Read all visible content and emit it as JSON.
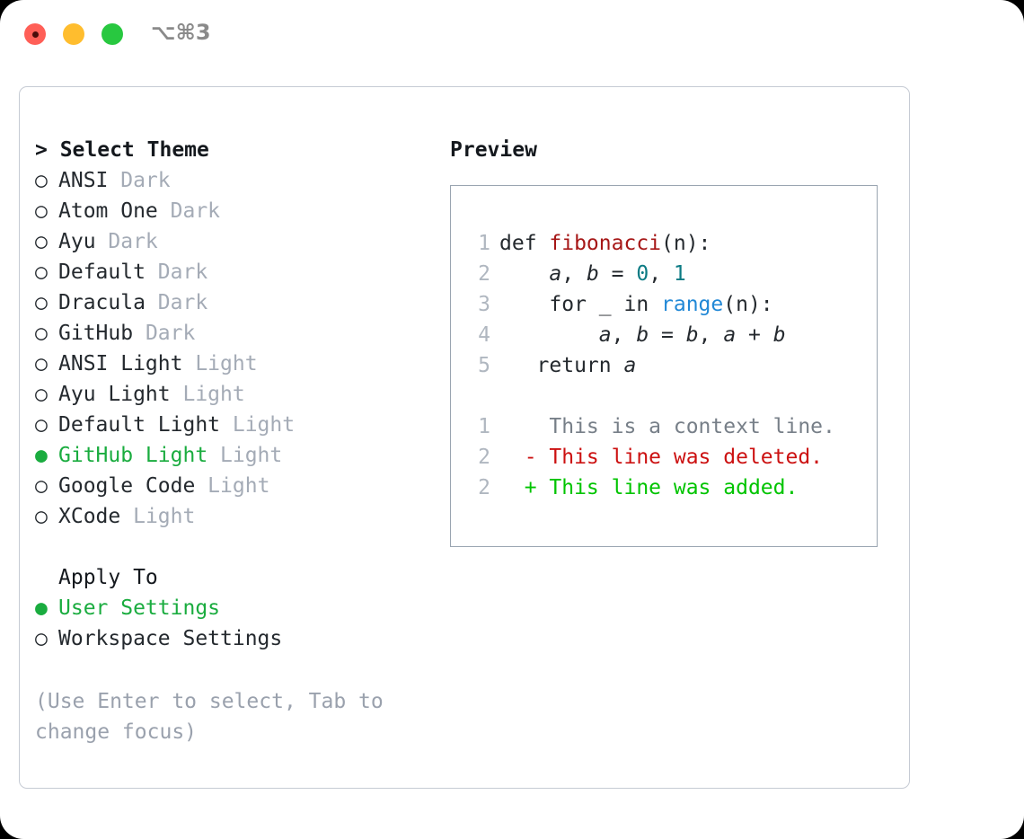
{
  "titlebar": {
    "shortcut": "⌥⌘3",
    "buttons": [
      {
        "name": "close",
        "color": "#ff5f57"
      },
      {
        "name": "minimize",
        "color": "#ffbd2e"
      },
      {
        "name": "maximize",
        "color": "#28c840"
      }
    ]
  },
  "colors": {
    "accent_green": "#1aac3f",
    "muted": "#a4abb6",
    "hint": "#9aa1ad",
    "text": "#24292e",
    "border": "#c6cbd4",
    "preview_border": "#9aa5b1",
    "line_number": "#b0b7c0",
    "diff_add": "#00c400",
    "diff_del": "#cc1111",
    "diff_ctx": "#777f88",
    "syntax_function": "#a61717",
    "syntax_number": "#0c7b84",
    "syntax_builtin": "#2188d6"
  },
  "theme_list": {
    "heading": "> Select Theme",
    "marker_selected": "●",
    "marker_unselected": "○",
    "items": [
      {
        "name": "ANSI",
        "variant": "Dark",
        "selected": false
      },
      {
        "name": "Atom One",
        "variant": "Dark",
        "selected": false
      },
      {
        "name": "Ayu",
        "variant": "Dark",
        "selected": false
      },
      {
        "name": "Default",
        "variant": "Dark",
        "selected": false
      },
      {
        "name": "Dracula",
        "variant": "Dark",
        "selected": false
      },
      {
        "name": "GitHub",
        "variant": "Dark",
        "selected": false
      },
      {
        "name": "ANSI Light",
        "variant": "Light",
        "selected": false
      },
      {
        "name": "Ayu Light",
        "variant": "Light",
        "selected": false
      },
      {
        "name": "Default Light",
        "variant": "Light",
        "selected": false
      },
      {
        "name": "GitHub Light",
        "variant": "Light",
        "selected": true
      },
      {
        "name": "Google Code",
        "variant": "Light",
        "selected": false
      },
      {
        "name": "XCode",
        "variant": "Light",
        "selected": false
      }
    ]
  },
  "apply_to": {
    "heading": "Apply To",
    "options": [
      {
        "label": "User Settings",
        "selected": true
      },
      {
        "label": "Workspace Settings",
        "selected": false
      }
    ]
  },
  "hint": "(Use Enter to select, Tab to change focus)",
  "preview": {
    "title": "Preview",
    "code_lines": [
      {
        "number": "1",
        "tokens": [
          {
            "t": "def ",
            "c": "kw"
          },
          {
            "t": "fibonacci",
            "c": "fn"
          },
          {
            "t": "(n):",
            "c": "pl"
          }
        ]
      },
      {
        "number": "2",
        "tokens": [
          {
            "t": "    ",
            "c": "pl"
          },
          {
            "t": "a",
            "c": "var"
          },
          {
            "t": ", ",
            "c": "pl"
          },
          {
            "t": "b",
            "c": "var"
          },
          {
            "t": " = ",
            "c": "pl"
          },
          {
            "t": "0",
            "c": "num"
          },
          {
            "t": ", ",
            "c": "pl"
          },
          {
            "t": "1",
            "c": "num"
          }
        ]
      },
      {
        "number": "3",
        "tokens": [
          {
            "t": "    for _ in ",
            "c": "kw"
          },
          {
            "t": "range",
            "c": "bi"
          },
          {
            "t": "(n):",
            "c": "pl"
          }
        ]
      },
      {
        "number": "4",
        "tokens": [
          {
            "t": "        ",
            "c": "pl"
          },
          {
            "t": "a",
            "c": "var"
          },
          {
            "t": ", ",
            "c": "pl"
          },
          {
            "t": "b",
            "c": "var"
          },
          {
            "t": " = ",
            "c": "pl"
          },
          {
            "t": "b",
            "c": "var"
          },
          {
            "t": ", ",
            "c": "pl"
          },
          {
            "t": "a",
            "c": "var"
          },
          {
            "t": " + ",
            "c": "pl"
          },
          {
            "t": "b",
            "c": "var"
          }
        ]
      },
      {
        "number": "5",
        "tokens": [
          {
            "t": "   return ",
            "c": "kw"
          },
          {
            "t": "a",
            "c": "var"
          }
        ]
      }
    ],
    "diff_lines": [
      {
        "number": "1",
        "marker": " ",
        "text": " This is a context line.",
        "kind": "diff-ctx"
      },
      {
        "number": "2",
        "marker": "-",
        "text": " This line was deleted.",
        "kind": "diff-del"
      },
      {
        "number": "2",
        "marker": "+",
        "text": " This line was added.",
        "kind": "diff-add"
      }
    ]
  }
}
